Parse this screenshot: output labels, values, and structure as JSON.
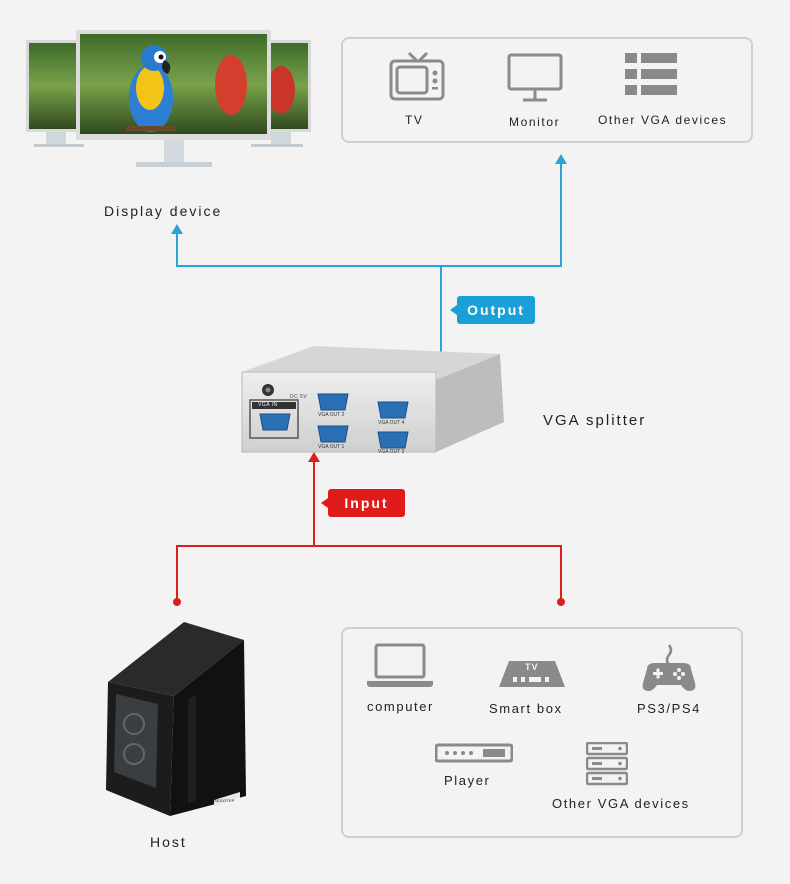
{
  "display": {
    "label": "Display device",
    "output_box": {
      "items": [
        {
          "label": "TV",
          "icon": "tv-icon"
        },
        {
          "label": "Monitor",
          "icon": "monitor-icon"
        },
        {
          "label": "Other VGA devices",
          "icon": "grid-list-icon"
        }
      ]
    }
  },
  "splitter": {
    "label": "VGA splitter",
    "output_tag": "Output",
    "input_tag": "Input",
    "panel": {
      "dc": "DC 5V",
      "vga_in": "VGA IN",
      "ports": [
        "VGA OUT 2",
        "VGA OUT 4",
        "VGA OUT 1",
        "VGA OUT 3"
      ]
    }
  },
  "source": {
    "host_label": "Host",
    "host_brand": "SEGOTEP",
    "input_box": {
      "items": [
        {
          "label": "computer",
          "icon": "laptop-icon"
        },
        {
          "label": "Smart box",
          "icon": "tv-box-icon",
          "badge": "TV"
        },
        {
          "label": "PS3/PS4",
          "icon": "gamepad-icon"
        },
        {
          "label": "Player",
          "icon": "dvd-player-icon"
        },
        {
          "label": "Other VGA devices",
          "icon": "server-stack-icon"
        }
      ]
    }
  },
  "colors": {
    "output_line": "#2aa3d6",
    "input_line": "#d9201f",
    "output_tag": "#1aa0d8",
    "input_tag": "#e01b1b",
    "icon_gray": "#8a8a8a",
    "box_border": "#cfcfcf"
  }
}
